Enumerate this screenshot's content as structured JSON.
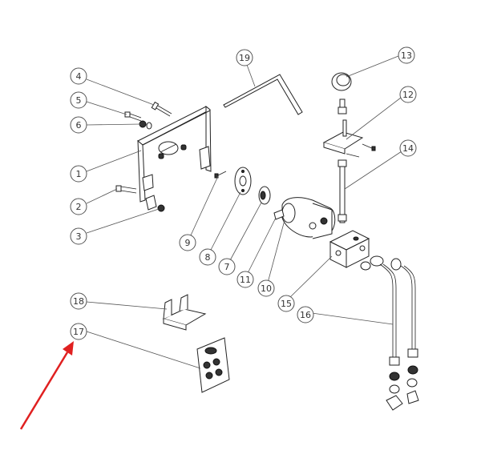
{
  "diagram": {
    "callouts": [
      "1",
      "2",
      "3",
      "4",
      "5",
      "6",
      "7",
      "8",
      "9",
      "10",
      "11",
      "12",
      "13",
      "14",
      "15",
      "16",
      "17",
      "18",
      "19"
    ],
    "arrow_color": "#e02020",
    "line_color": "#222222"
  }
}
